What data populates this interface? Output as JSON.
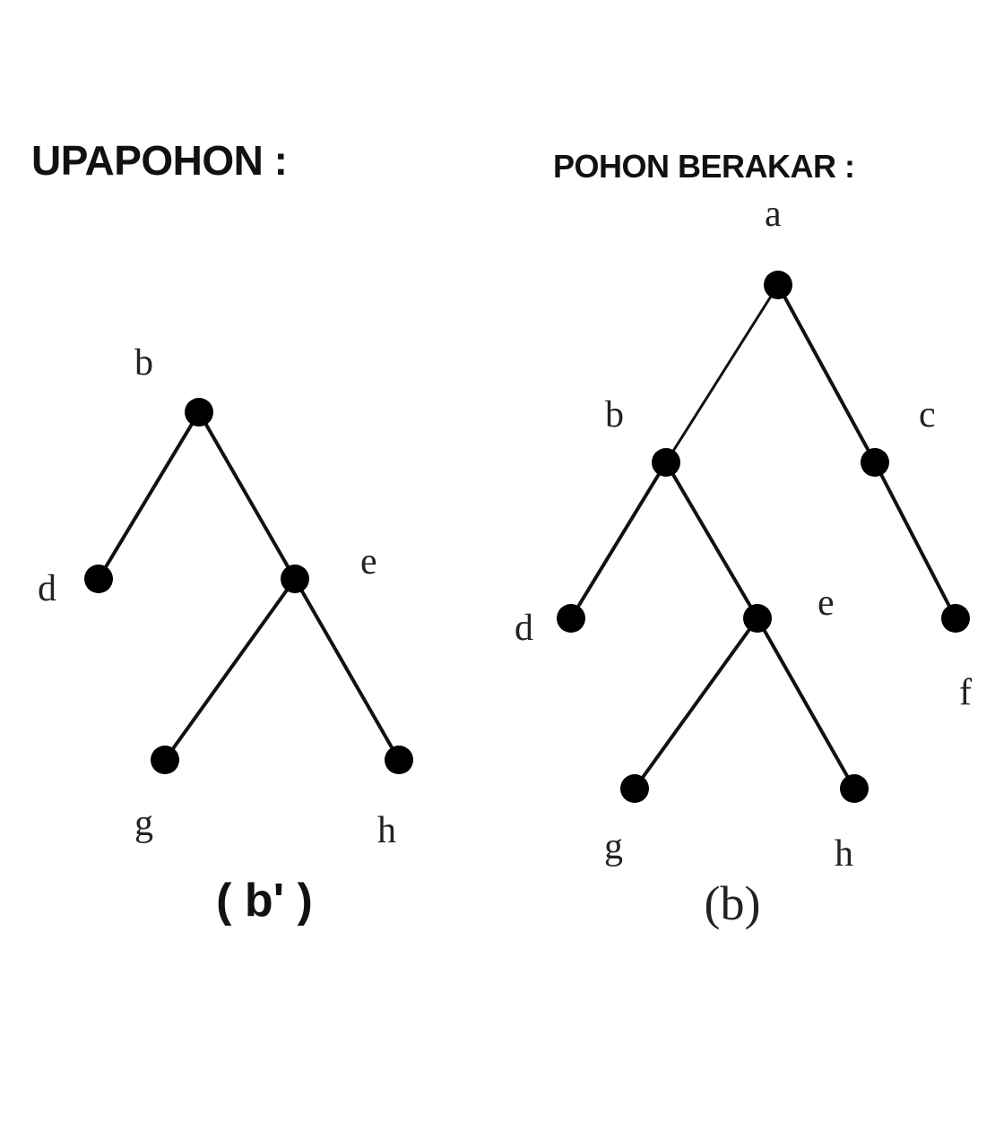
{
  "subtree": {
    "heading": "UPAPOHON :",
    "caption": "( b' )",
    "nodes": [
      "b",
      "d",
      "e",
      "g",
      "h"
    ],
    "edges": [
      [
        "b",
        "d"
      ],
      [
        "b",
        "e"
      ],
      [
        "e",
        "g"
      ],
      [
        "e",
        "h"
      ]
    ]
  },
  "rooted_tree": {
    "heading": "POHON BERAKAR :",
    "caption": "(b)",
    "nodes": [
      "a",
      "b",
      "c",
      "d",
      "e",
      "f",
      "g",
      "h"
    ],
    "edges": [
      [
        "a",
        "b"
      ],
      [
        "a",
        "c"
      ],
      [
        "b",
        "d"
      ],
      [
        "b",
        "e"
      ],
      [
        "c",
        "f"
      ],
      [
        "e",
        "g"
      ],
      [
        "e",
        "h"
      ]
    ]
  }
}
